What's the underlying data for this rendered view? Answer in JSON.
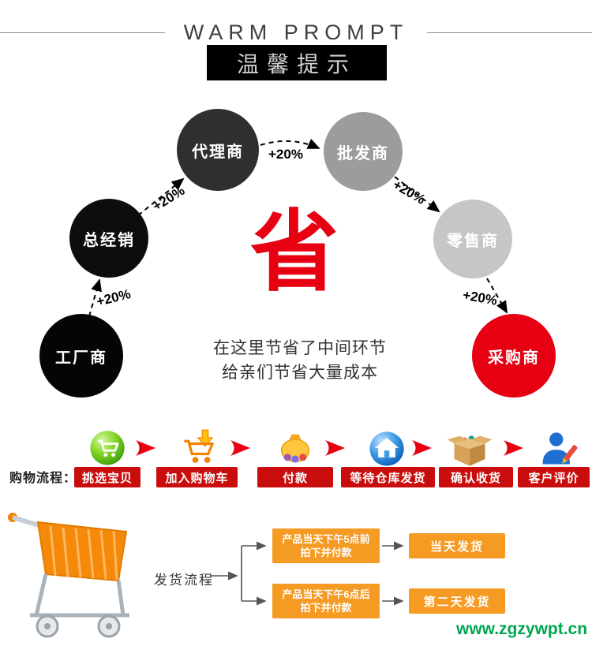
{
  "header": {
    "title_en": "WARM PROMPT",
    "title_zh": "温馨提示"
  },
  "diagram": {
    "nodes": [
      {
        "label": "工厂商",
        "color": "#050505"
      },
      {
        "label": "总经销",
        "color": "#0d0d0d"
      },
      {
        "label": "代理商",
        "color": "#2f2f2f"
      },
      {
        "label": "批发商",
        "color": "#9c9c9c"
      },
      {
        "label": "零售商",
        "color": "#c6c6c6"
      },
      {
        "label": "采购商",
        "color": "#e60012"
      }
    ],
    "increment_label": "+20%",
    "save_char": "省",
    "save_color": "#e60012",
    "caption_line1": "在这里节省了中间环节",
    "caption_line2": "给亲们节省大量成本"
  },
  "shopping_flow": {
    "label": "购物流程：",
    "arrow_color": "#e60012",
    "step_bg": "#c90d0d",
    "steps": [
      {
        "label": "挑选宝贝",
        "icon": "green-cart-icon"
      },
      {
        "label": "加入购物车",
        "icon": "add-to-cart-icon"
      },
      {
        "label": "付款",
        "icon": "payment-icon"
      },
      {
        "label": "等待仓库发货",
        "icon": "warehouse-icon"
      },
      {
        "label": "确认收货",
        "icon": "package-icon"
      },
      {
        "label": "客户评价",
        "icon": "customer-review-icon"
      }
    ]
  },
  "shipping_flow": {
    "label": "发货流程",
    "box_color": "#f59a23",
    "branches": [
      {
        "condition_line1": "产品当天下午5点前",
        "condition_line2": "拍下并付款",
        "result": "当天发货"
      },
      {
        "condition_line1": "产品当天下午6点后",
        "condition_line2": "拍下并付款",
        "result": "第二天发货"
      }
    ]
  },
  "footer": {
    "website": "www.zgzywpt.cn",
    "website_color": "#00a651"
  }
}
